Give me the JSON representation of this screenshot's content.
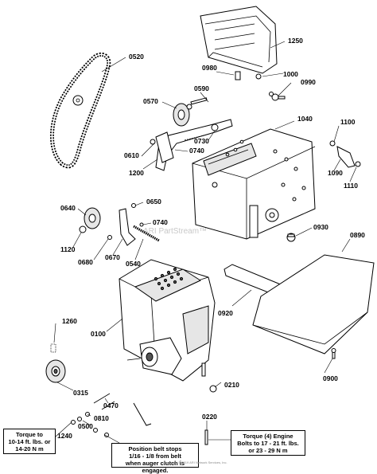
{
  "watermark": "ARI PartStream™",
  "copyright": "Copyright © 2019 ARI Network Services, Inc.",
  "parts": {
    "p0520": "0520",
    "p1250": "1250",
    "p0980": "0980",
    "p1000": "1000",
    "p0990": "0990",
    "p0590": "0590",
    "p0570": "0570",
    "p1040": "1040",
    "p1100": "1100",
    "p0730": "0730",
    "p0740a": "0740",
    "p0610": "0610",
    "p1200": "1200",
    "p1090": "1090",
    "p1110": "1110",
    "p0650": "0650",
    "p0640": "0640",
    "p0740b": "0740",
    "p0930": "0930",
    "p1120": "1120",
    "p0890": "0890",
    "p0680": "0680",
    "p0670": "0670",
    "p0540": "0540",
    "p0920": "0920",
    "p1260": "1260",
    "p0100": "0100",
    "p0315": "0315",
    "p0210": "0210",
    "p0900": "0900",
    "p0470": "0470",
    "p0810": "0810",
    "p0500": "0500",
    "p0220": "0220",
    "p1240": "1240"
  },
  "notes": {
    "torque_left": [
      "Torque to",
      "10-14 ft. lbs. or",
      "14-20 N m"
    ],
    "belt_stop": [
      "Position belt stops",
      "1/16 - 1/8 from belt",
      "when auger clutch is engaged."
    ],
    "torque_engine": [
      "Torque (4) Engine",
      "Bolts to 17 - 21 ft. lbs.",
      "or 23 - 29 N m"
    ]
  }
}
